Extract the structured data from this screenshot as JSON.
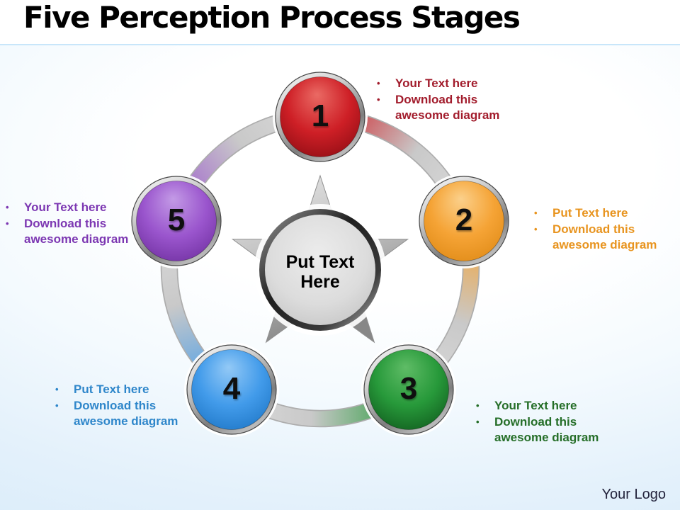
{
  "slide": {
    "title": "Five Perception Process Stages",
    "logo_text": "Your Logo",
    "background_accent": "#d8ebfa",
    "divider_color": "#c8e6fa",
    "ring_color": "#c9c9c9"
  },
  "center": {
    "label": "Put Text Here",
    "fill_color": "#d9d9d9"
  },
  "stages": [
    {
      "number": "1",
      "position": "top",
      "color": "#ce1f26",
      "text_color": "#a21c2c",
      "bullets": [
        "Your Text here",
        "Download this awesome diagram"
      ]
    },
    {
      "number": "2",
      "position": "right",
      "color": "#f5a335",
      "text_color": "#e8941f",
      "bullets": [
        "Put Text here",
        "Download this awesome diagram"
      ]
    },
    {
      "number": "3",
      "position": "bottom-right",
      "color": "#27993a",
      "text_color": "#256e28",
      "bullets": [
        "Your Text here",
        "Download this awesome diagram"
      ]
    },
    {
      "number": "4",
      "position": "bottom-left",
      "color": "#429bea",
      "text_color": "#2e86ca",
      "bullets": [
        "Put Text here",
        "Download this awesome diagram"
      ]
    },
    {
      "number": "5",
      "position": "left",
      "color": "#9a55cd",
      "text_color": "#7c37b2",
      "bullets": [
        "Your Text here",
        "Download this awesome diagram"
      ]
    }
  ]
}
